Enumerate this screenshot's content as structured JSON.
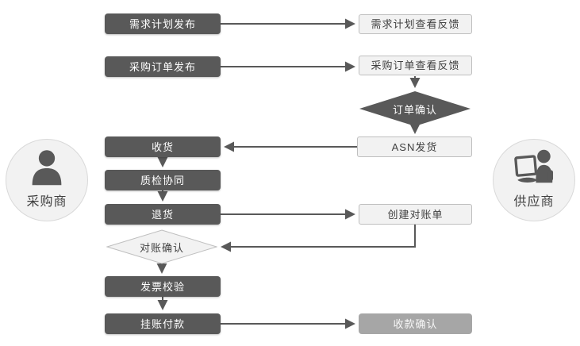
{
  "diagram_title": "",
  "actors": {
    "buyer": {
      "label": "采购商",
      "icon": "person-icon"
    },
    "supplier": {
      "label": "供应商",
      "icon": "person-laptop-icon"
    }
  },
  "nodes": {
    "demand_plan_publish": {
      "label": "需求计划发布",
      "style": "dark",
      "lane": "buyer"
    },
    "demand_plan_feedback": {
      "label": "需求计划查看反馈",
      "style": "light",
      "lane": "supplier"
    },
    "po_publish": {
      "label": "采购订单发布",
      "style": "dark",
      "lane": "buyer"
    },
    "po_feedback": {
      "label": "采购订单查看反馈",
      "style": "light",
      "lane": "supplier"
    },
    "order_confirm": {
      "label": "订单确认",
      "style": "dark-diamond",
      "lane": "supplier"
    },
    "asn_ship": {
      "label": "ASN发货",
      "style": "light",
      "lane": "supplier"
    },
    "receive": {
      "label": "收货",
      "style": "dark",
      "lane": "buyer"
    },
    "quality_check": {
      "label": "质检协同",
      "style": "dark",
      "lane": "buyer"
    },
    "return_goods": {
      "label": "退货",
      "style": "dark",
      "lane": "buyer"
    },
    "create_statement": {
      "label": "创建对账单",
      "style": "light",
      "lane": "supplier"
    },
    "statement_confirm": {
      "label": "对账确认",
      "style": "light-diamond",
      "lane": "buyer"
    },
    "invoice_verify": {
      "label": "发票校验",
      "style": "dark",
      "lane": "buyer"
    },
    "payment": {
      "label": "挂账付款",
      "style": "dark",
      "lane": "buyer"
    },
    "receipt_confirm": {
      "label": "收款确认",
      "style": "gray",
      "lane": "supplier"
    }
  },
  "edges": [
    {
      "from": "demand_plan_publish",
      "to": "demand_plan_feedback"
    },
    {
      "from": "po_publish",
      "to": "po_feedback"
    },
    {
      "from": "po_feedback",
      "to": "order_confirm"
    },
    {
      "from": "order_confirm",
      "to": "asn_ship"
    },
    {
      "from": "asn_ship",
      "to": "receive"
    },
    {
      "from": "receive",
      "to": "quality_check"
    },
    {
      "from": "quality_check",
      "to": "return_goods"
    },
    {
      "from": "return_goods",
      "to": "create_statement"
    },
    {
      "from": "create_statement",
      "to": "statement_confirm"
    },
    {
      "from": "statement_confirm",
      "to": "invoice_verify"
    },
    {
      "from": "invoice_verify",
      "to": "payment"
    },
    {
      "from": "payment",
      "to": "receipt_confirm"
    }
  ],
  "colors": {
    "dark_node": "#595959",
    "light_node_bg": "#f2f2f2",
    "light_node_border": "#bfbfbf",
    "gray_node": "#a6a6a6",
    "arrow": "#595959",
    "text_on_dark": "#ffffff",
    "text_on_light": "#404040",
    "actor_bg": "#f2f2f2",
    "actor_border": "#d9d9d9",
    "actor_icon": "#595959"
  }
}
